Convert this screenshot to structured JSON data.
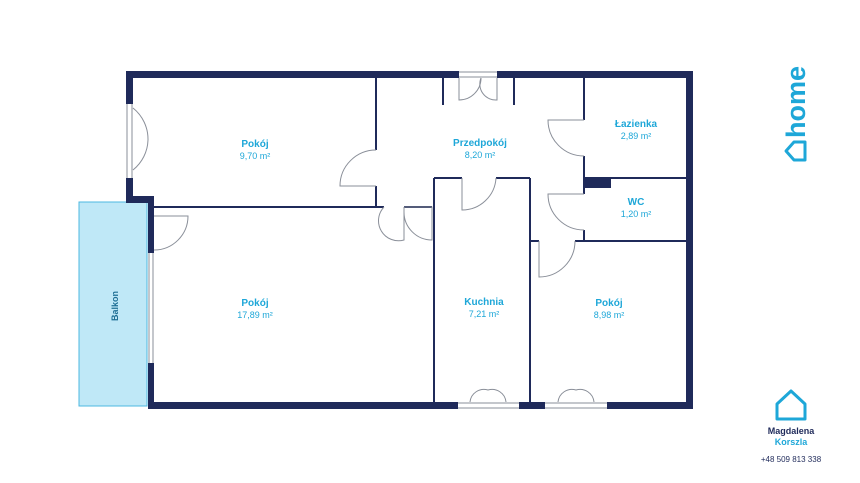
{
  "colors": {
    "wall": "#1f2a5a",
    "accent": "#1ea7d8",
    "balcony_fill": "#bfe8f7",
    "balcony_stroke": "#4cb8e0",
    "door_line": "#8a8f99"
  },
  "brand": {
    "logo_text": "home",
    "icon": "house-outline-icon"
  },
  "rooms": [
    {
      "name": "Pokój",
      "area": "9,70 m²"
    },
    {
      "name": "Przedpokój",
      "area": "8,20 m²"
    },
    {
      "name": "Łazienka",
      "area": "2,89 m²"
    },
    {
      "name": "WC",
      "area": "1,20 m²"
    },
    {
      "name": "Pokój",
      "area": "17,89 m²"
    },
    {
      "name": "Kuchnia",
      "area": "7,21 m²"
    },
    {
      "name": "Pokój",
      "area": "8,98 m²"
    }
  ],
  "balcony": {
    "label": "Balkon"
  },
  "agent": {
    "first_name": "Magdalena",
    "last_name": "Korszla",
    "phone": "+48 509 813 338",
    "icon": "house-logo-icon"
  }
}
